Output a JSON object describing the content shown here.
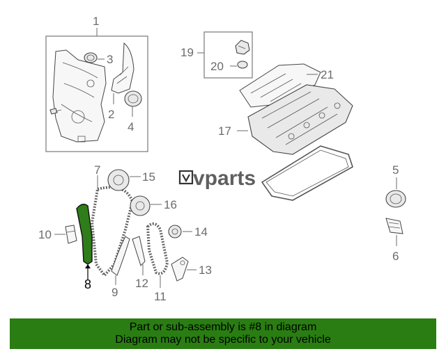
{
  "watermark": "vparts",
  "callouts": {
    "c1": "1",
    "c2": "2",
    "c3": "3",
    "c4": "4",
    "c5": "5",
    "c6": "6",
    "c7": "7",
    "c8": "8",
    "c9": "9",
    "c10": "10",
    "c11": "11",
    "c12": "12",
    "c13": "13",
    "c14": "14",
    "c15": "15",
    "c16": "16",
    "c17": "17",
    "c19": "19",
    "c20": "20",
    "c21": "21"
  },
  "highlighted_part": "8",
  "banner": {
    "line1": "Part or sub-assembly is #8 in diagram",
    "line2": "Diagram may not be specific to your vehicle"
  },
  "colors": {
    "banner_bg": "#2a7d12",
    "highlight_part": "#2e7d1a"
  }
}
